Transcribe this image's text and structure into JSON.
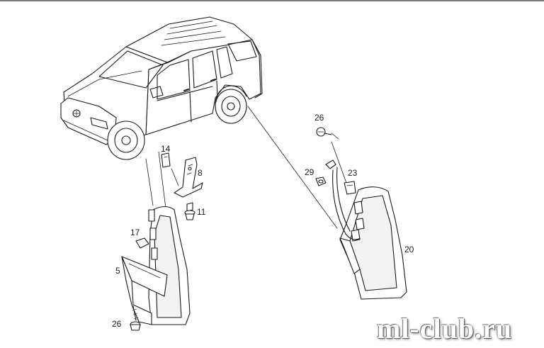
{
  "diagram": {
    "callouts": {
      "c14": "14",
      "c8": "8",
      "c11": "11",
      "c17": "17",
      "c5": "5",
      "c26a": "26",
      "c26b": "26",
      "c29": "29",
      "c23": "23",
      "c20": "20"
    },
    "watermark": "ml-club.ru",
    "colors": {
      "line": "#1a1a1a",
      "background": "#ffffff",
      "shade": "#e6e6e6"
    }
  }
}
